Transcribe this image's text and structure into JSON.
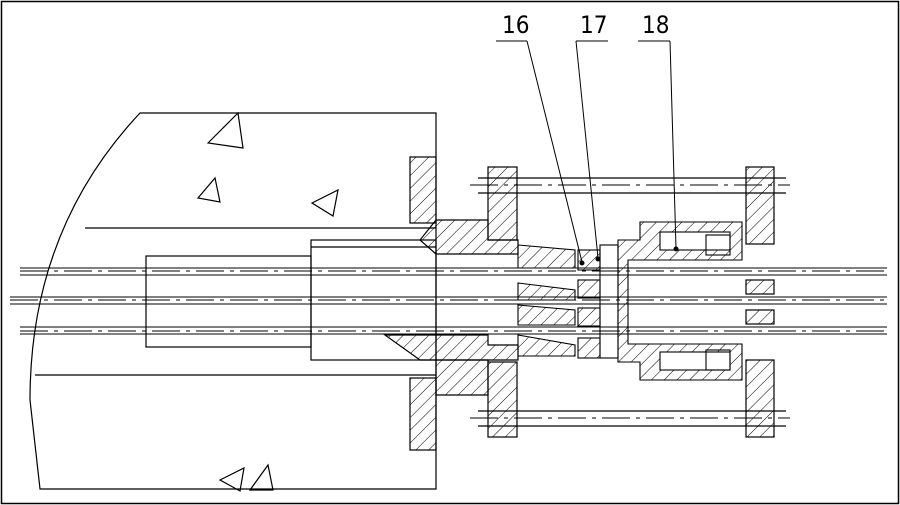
{
  "callouts": [
    {
      "id": "16",
      "label": "16"
    },
    {
      "id": "17",
      "label": "17"
    },
    {
      "id": "18",
      "label": "18"
    }
  ],
  "colors": {
    "line": "#000000",
    "background": "#ffffff"
  }
}
